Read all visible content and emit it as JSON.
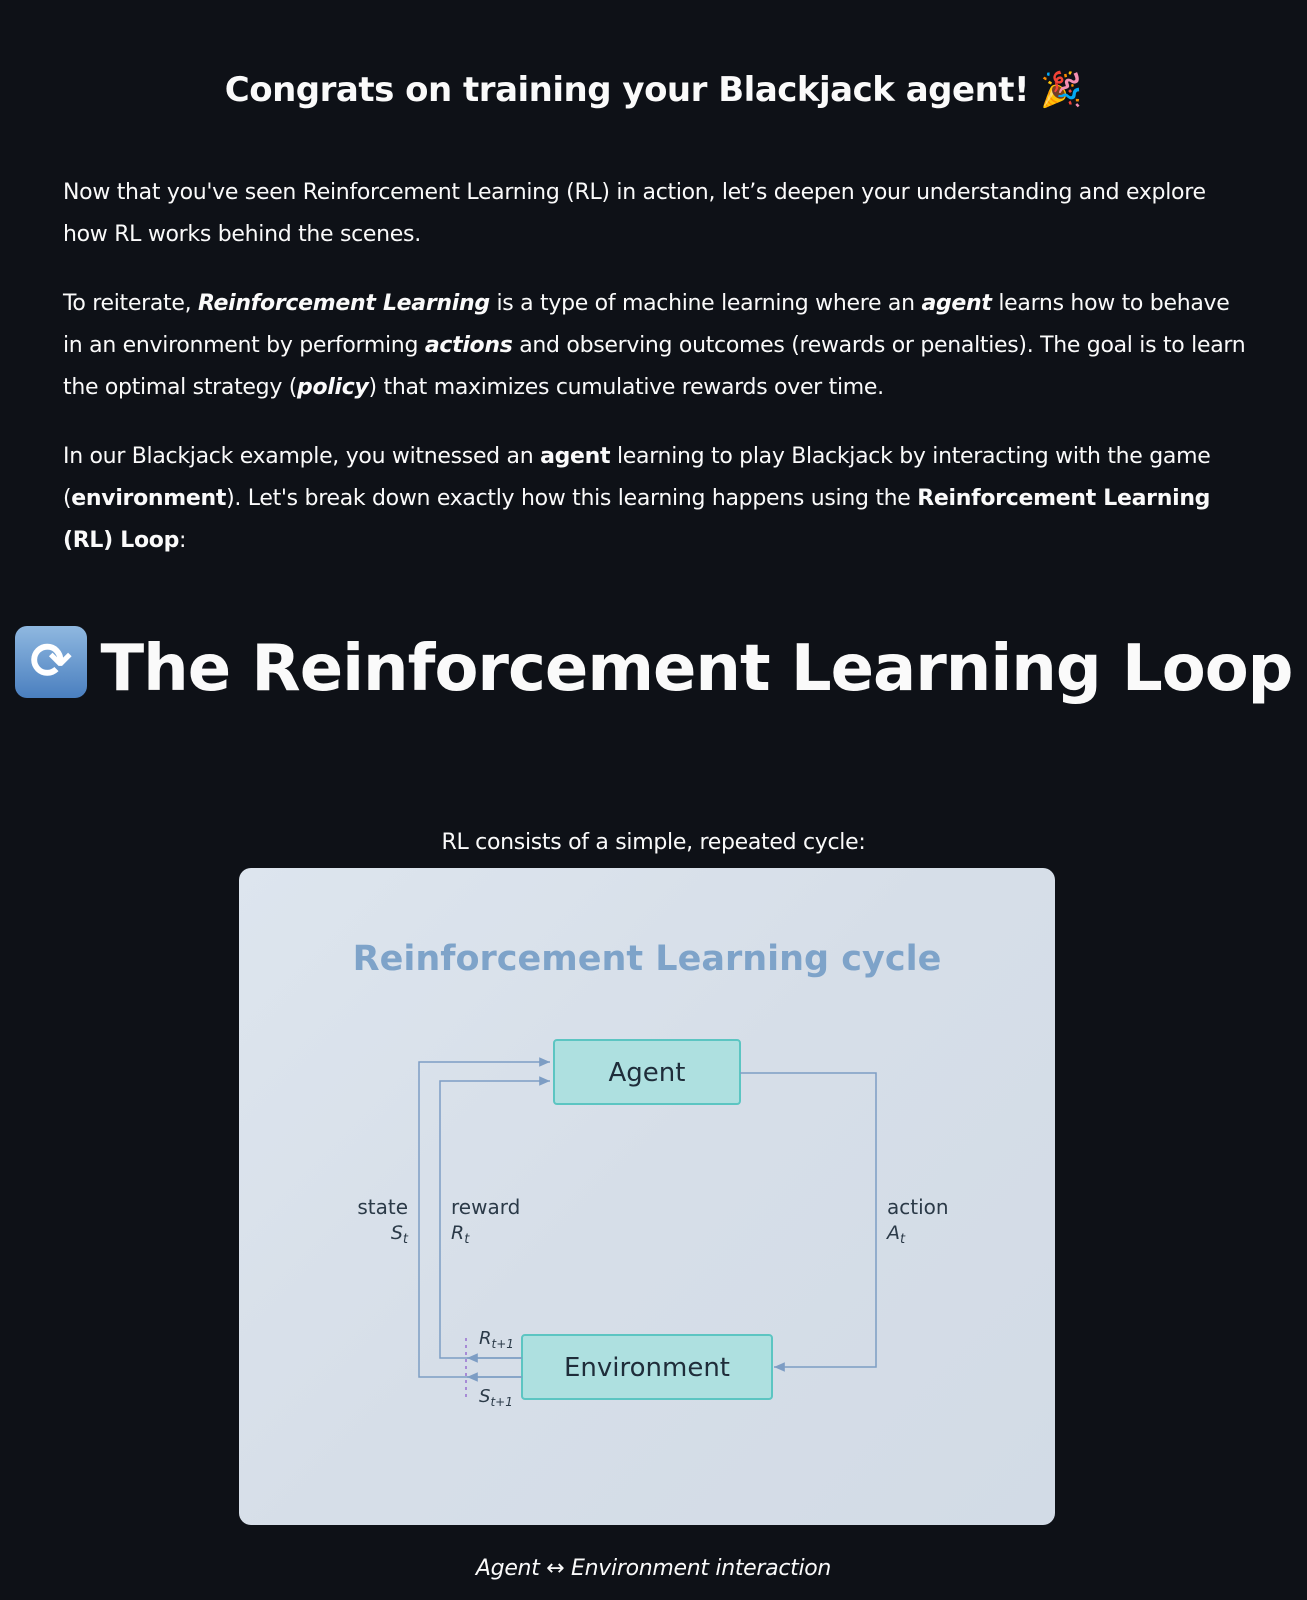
{
  "subheader": {
    "text": "Congrats on training your Blackjack agent!",
    "emoji": "🎉"
  },
  "intro": {
    "p1": "Now that you've seen Reinforcement Learning (RL) in action, let’s deepen your understanding and explore how RL works behind the scenes.",
    "p2": {
      "t1": "To reiterate, ",
      "rl": "Reinforcement Learning",
      "t2": " is a type of machine learning where an ",
      "agent": "agent",
      "t3": " learns how to behave in an environment by performing ",
      "actions": "actions",
      "t4": " and observing outcomes (rewards or penalties). The goal is to learn the optimal strategy (",
      "policy": "policy",
      "t5": ") that maximizes cumulative rewards over time."
    },
    "p3": {
      "t1": "In our Blackjack example, you witnessed an ",
      "agent": "agent",
      "t2": " learning to play Blackjack by interacting with the game (",
      "environment": "environment",
      "t3": "). Let's break down exactly how this learning happens using the ",
      "loop": "Reinforcement Learning (RL) Loop",
      "t4": ":"
    }
  },
  "section": {
    "icon": "counterclockwise-arrows-icon",
    "title": "The Reinforcement Learning Loop",
    "caption": "RL consists of a simple, repeated cycle:"
  },
  "diagram": {
    "title": "Reinforcement Learning cycle",
    "agent": "Agent",
    "environment": "Environment",
    "state_label": "state",
    "state_symbol": "S",
    "state_sub": "t",
    "reward_label": "reward",
    "reward_symbol": "R",
    "reward_sub": "t",
    "action_label": "action",
    "action_symbol": "A",
    "action_sub": "t",
    "next_reward_symbol": "R",
    "next_reward_sub": "t+1",
    "next_state_symbol": "S",
    "next_state_sub": "t+1",
    "colors": {
      "title": "#7ea3c9",
      "box_fill": "#aee0e0",
      "box_stroke": "#5cc5c2",
      "arrow": "#7d9dc4",
      "dashed": "#a78bd6"
    }
  },
  "figure_caption": "Agent ↔ Environment interaction"
}
